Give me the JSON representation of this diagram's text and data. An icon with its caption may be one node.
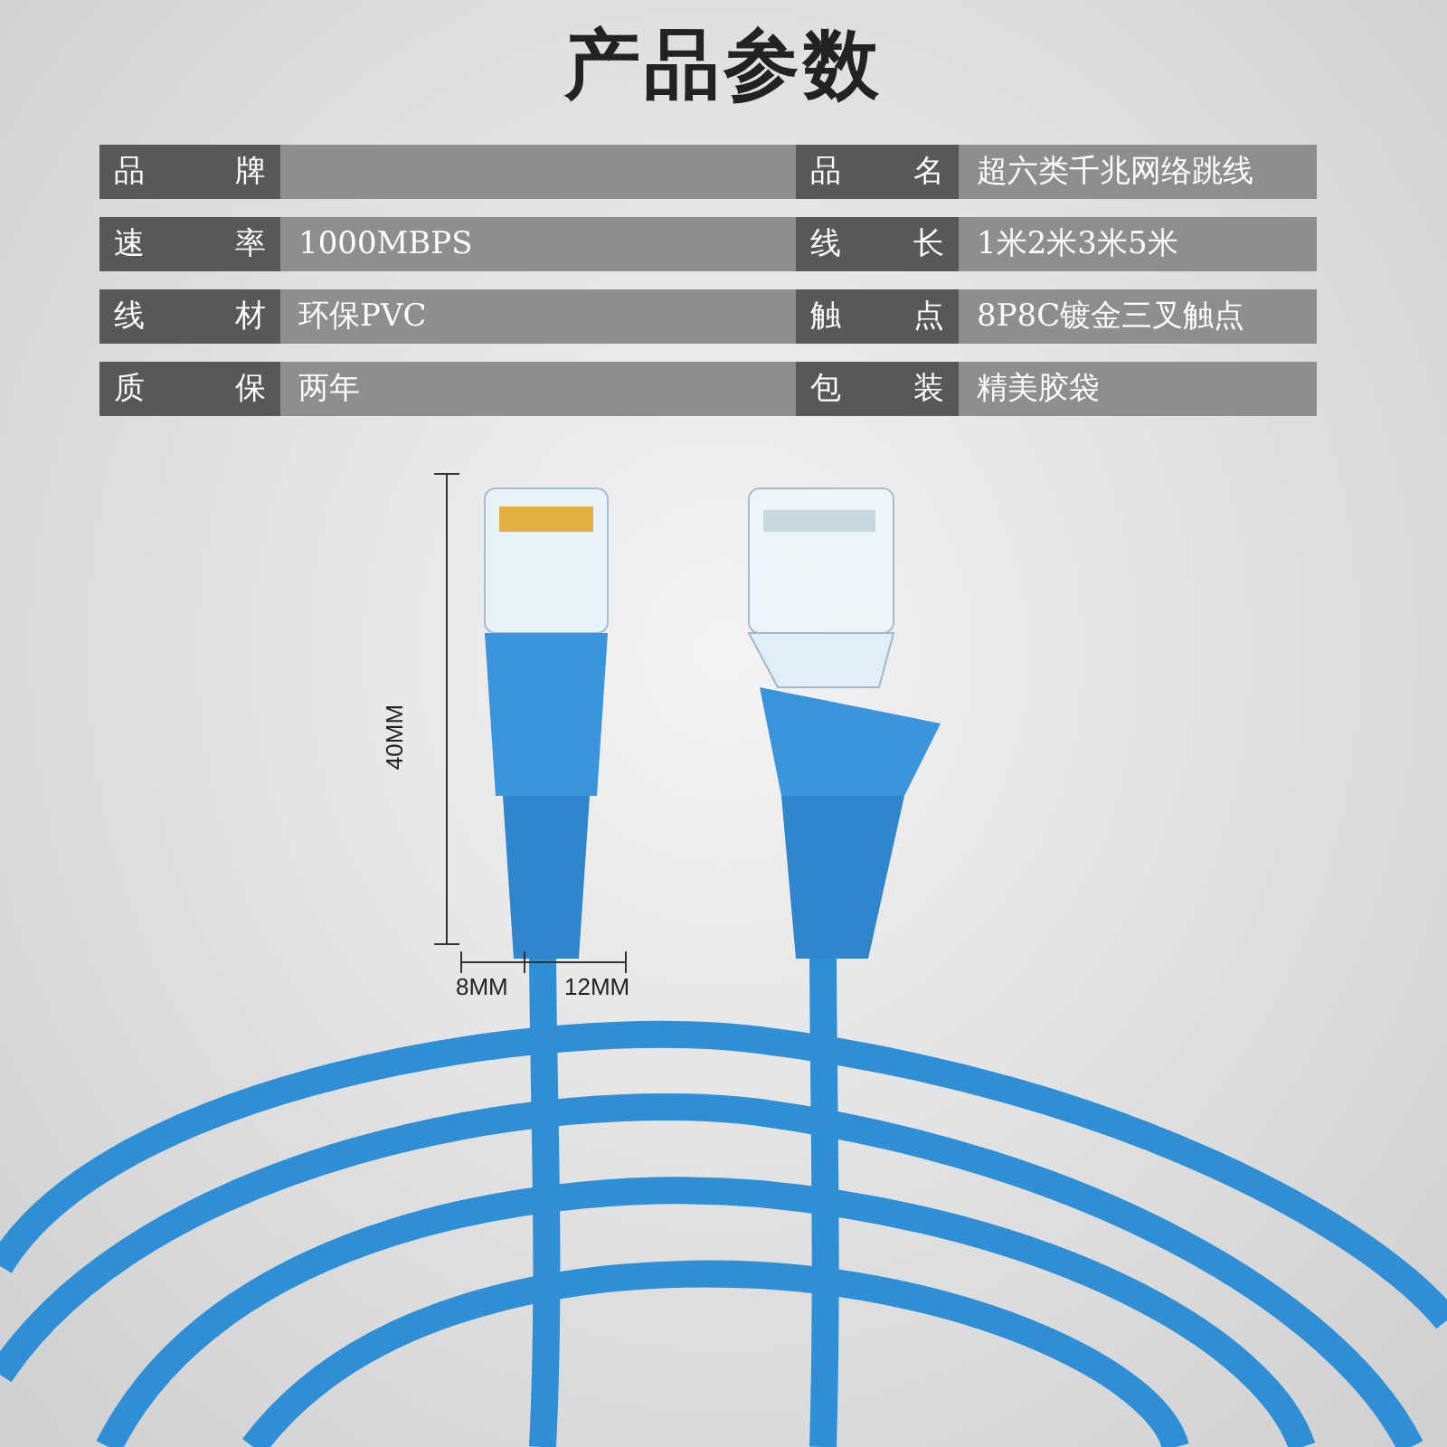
{
  "diagram": {
    "title": "产品参数",
    "labels": [
      "品牌",
      "品名",
      "超六类千兆网络跳线",
      "速率",
      "1000MBPS",
      "线长",
      "1米2米3米5米",
      "线材",
      "环保PVC",
      "触点",
      "8P8C镀金三叉触点",
      "质保",
      "两年",
      "包装",
      "精美胶袋",
      "40MM",
      "8MM",
      "12MM"
    ]
  }
}
